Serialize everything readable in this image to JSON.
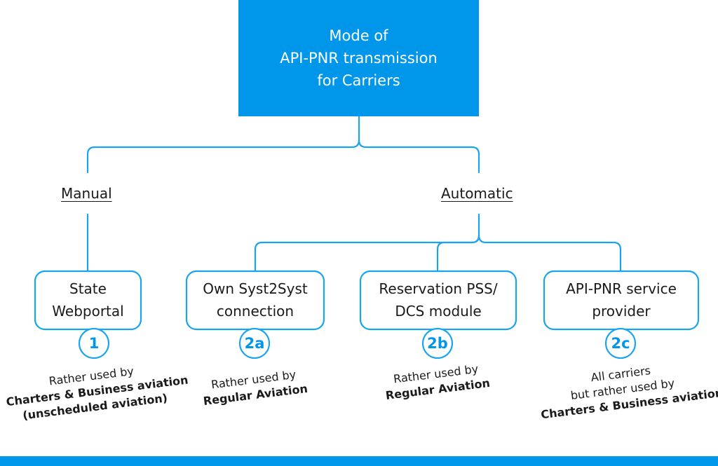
{
  "colors": {
    "primary": "#0096ea",
    "root_text": "#ffffff",
    "node_border": "#1ba3ee",
    "text": "#1a1a1a"
  },
  "root": {
    "lines": [
      "Mode of",
      "API-PNR transmission",
      "for  Carriers"
    ]
  },
  "branches": {
    "manual": "Manual",
    "automatic": "Automatic"
  },
  "nodes": [
    {
      "id": "1",
      "lines": [
        "State",
        "Webportal"
      ]
    },
    {
      "id": "2a",
      "lines": [
        "Own Syst2Syst",
        "connection"
      ]
    },
    {
      "id": "2b",
      "lines": [
        "Reservation PSS/",
        "DCS  module"
      ]
    },
    {
      "id": "2c",
      "lines": [
        "API-PNR  service",
        "provider"
      ]
    }
  ],
  "notes": [
    {
      "lines": [
        "Rather used by"
      ],
      "bold_lines": [
        "Charters & Business aviation",
        "(unscheduled aviation)"
      ]
    },
    {
      "lines": [
        "Rather used by"
      ],
      "bold_lines": [
        "Regular Aviation"
      ]
    },
    {
      "lines": [
        "Rather used by"
      ],
      "bold_lines": [
        "Regular Aviation"
      ]
    },
    {
      "lines": [
        "All  carriers",
        "but rather used by"
      ],
      "bold_lines": [
        "Charters & Business aviation"
      ]
    }
  ],
  "icons": {
    "footer": "footer-bar"
  }
}
